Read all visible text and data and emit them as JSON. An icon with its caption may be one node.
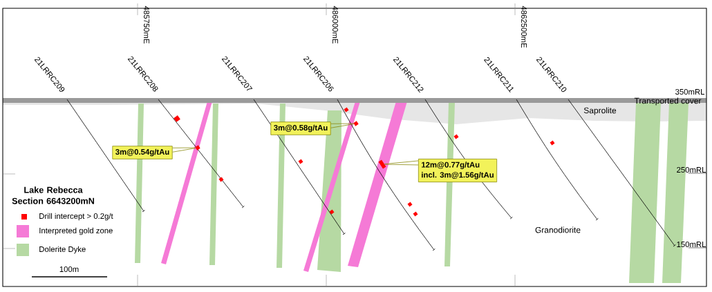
{
  "diagram": {
    "nodes": [
      {
        "text": [
          "3m@0.54g/tAu"
        ]
      },
      {
        "text": [],
        "shape": "box"
      },
      {
        "text": [
          "3m@0.58g/tAu"
        ]
      },
      {
        "text": [],
        "shape": "box"
      },
      {
        "text": [
          "12m@0.77g/tAu",
          "incl. 3m@1.56g/tAu"
        ]
      },
      {
        "text": [],
        "shape": "bar"
      }
    ],
    "edges": [
      {
        "from": 0,
        "to": 1,
        "arrow": "none"
      },
      {
        "from": 2,
        "to": 3,
        "arrow": "none"
      },
      {
        "from": 4,
        "to": 5,
        "arrow": "none"
      }
    ],
    "labels": [
      "485750mE",
      "486000mE",
      "4862500mE",
      "21LRRC209",
      "21LRRC208",
      "21LRRC207",
      "21LRRC206",
      "21LRRC212",
      "21LRRC211",
      "21LRRC210",
      "350mRL",
      "Transported cover",
      "Saprolite",
      "250mRL",
      "Lake Rebecca Section 6643200mN",
      "Granodiorite",
      "150mRL",
      "100m"
    ],
    "legend": [
      {
        "text": "Drill intercept > 0.2g/t",
        "color": "#ff0000"
      },
      {
        "text": "Interpreted gold zone",
        "color": "#f57ad6"
      },
      {
        "text": "Dolerite Dyke",
        "color": "#b6d9a3"
      }
    ]
  }
}
